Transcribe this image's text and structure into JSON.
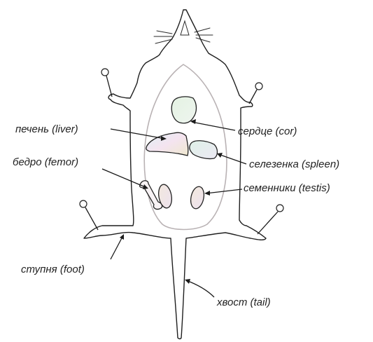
{
  "labels": {
    "liver": "печень (liver)",
    "heart": "сердце (cor)",
    "spleen": "селезенка (spleen)",
    "femur": "бедро (femor)",
    "testis": "семенники (testis)",
    "foot": "ступня (foot)",
    "tail": "хвост (tail)"
  },
  "colors": {
    "organ_fill_a": "#e8f3e6",
    "organ_fill_b": "#f2e6ee",
    "organ_fill_c": "#efe9d9",
    "cavity_stroke": "#b9b2b4"
  }
}
